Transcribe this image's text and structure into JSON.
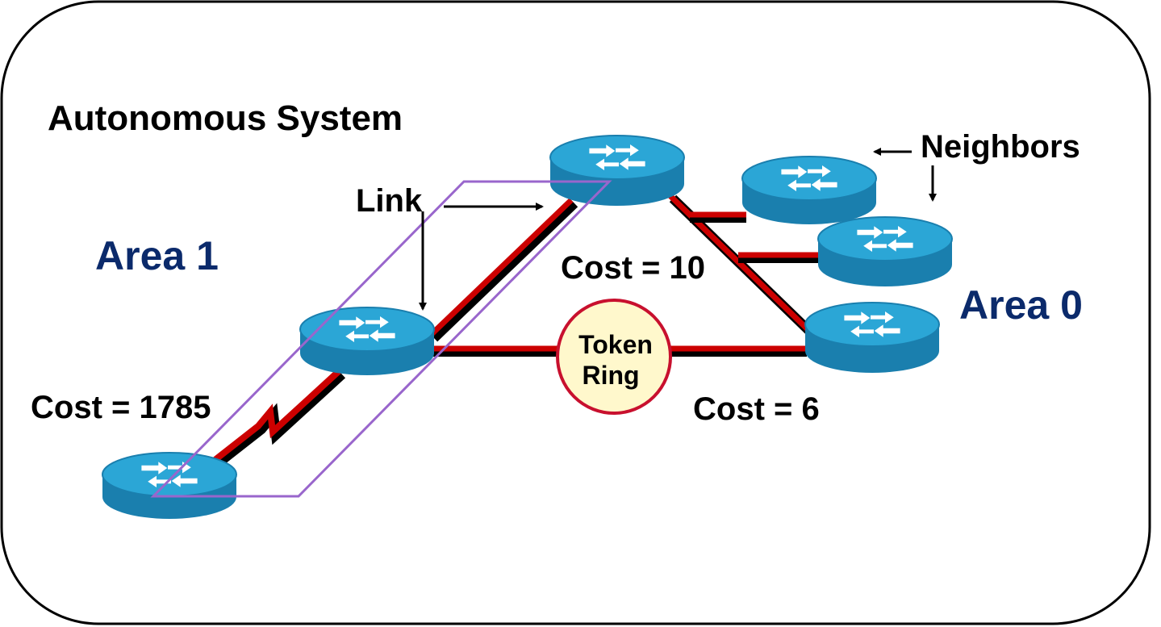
{
  "title": "Autonomous System",
  "areas": [
    {
      "id": "area1",
      "label": "Area 1"
    },
    {
      "id": "area0",
      "label": "Area 0"
    }
  ],
  "annotations": {
    "link": "Link",
    "neighbors": "Neighbors"
  },
  "costs": {
    "serial": "Cost = 1785",
    "ethernet": "Cost = 10",
    "token_ring": "Cost = 6"
  },
  "token_ring": {
    "line1": "Token",
    "line2": "Ring"
  },
  "colors": {
    "area_text": "#0b2a6b",
    "link_red": "#cc0000",
    "link_shadow": "#000000",
    "router_top": "#2ba6d6",
    "router_side": "#1a7fae",
    "highlight_outline": "#9966cc",
    "token_ring_fill": "#fff8cc",
    "token_ring_border": "#c8102e"
  },
  "icons": {
    "router": "router-icon",
    "serial_link": "serial-lightning-icon",
    "arrow": "arrow-icon"
  }
}
